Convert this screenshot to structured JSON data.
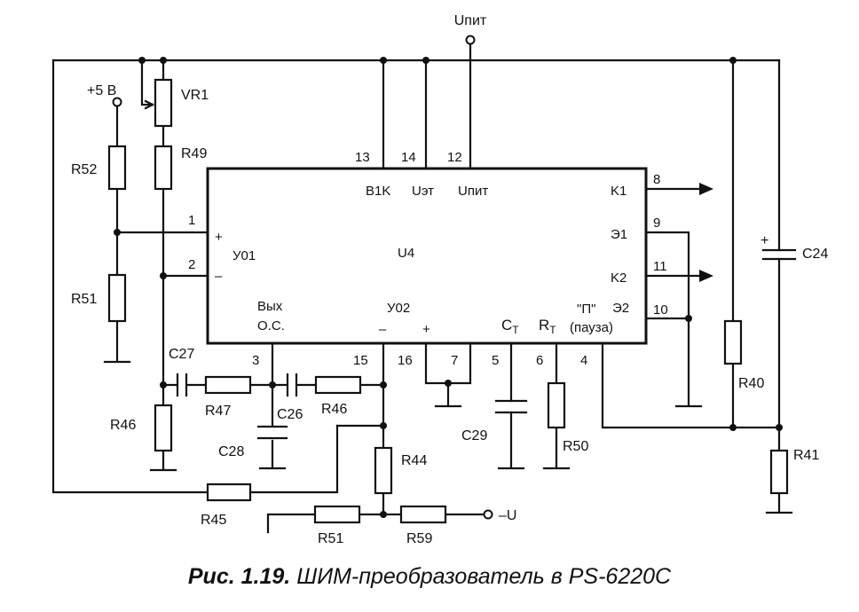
{
  "supply_label": "Uпит",
  "plus5v_label": "+5 В",
  "minus_u_label": "–U",
  "chip": {
    "name": "U4",
    "amp1": "У01",
    "amp2": "У02",
    "pins": {
      "p13": "13",
      "p14": "14",
      "p12": "12",
      "p1": "1",
      "p2": "2",
      "p8": "8",
      "p9": "9",
      "p11": "11",
      "p10": "10",
      "p3": "3",
      "p15": "15",
      "p16": "16",
      "p7": "7",
      "p5": "5",
      "p6": "6",
      "p4": "4"
    },
    "pin_names": {
      "b1k": "B1K",
      "uet": "Uэт",
      "upit": "Uпит",
      "k1": "K1",
      "e1": "Э1",
      "k2": "K2",
      "e2": "Э2",
      "vyh": "Вых",
      "os": "О.С.",
      "ct": "C",
      "ct_sub": "T",
      "rt": "R",
      "rt_sub": "T",
      "p": "\"П\"",
      "pauza": "(пауза)",
      "plus1": "+",
      "minus1": "–",
      "minus2": "–",
      "plus2": "+"
    }
  },
  "components": {
    "vr1": "VR1",
    "r49": "R49",
    "r52": "R52",
    "r51a": "R51",
    "r46a": "R46",
    "c27": "C27",
    "r47": "R47",
    "c26": "C26",
    "r46b": "R46",
    "c28": "C28",
    "r44": "R44",
    "r45": "R45",
    "r51b": "R51",
    "r59": "R59",
    "c29": "C29",
    "r50": "R50",
    "r40": "R40",
    "r41": "R41",
    "c24": "C24",
    "c24_plus": "+"
  },
  "caption": {
    "fig": "Рис. 1.19.",
    "text": "ШИМ-преобразователь в PS-6220C"
  }
}
